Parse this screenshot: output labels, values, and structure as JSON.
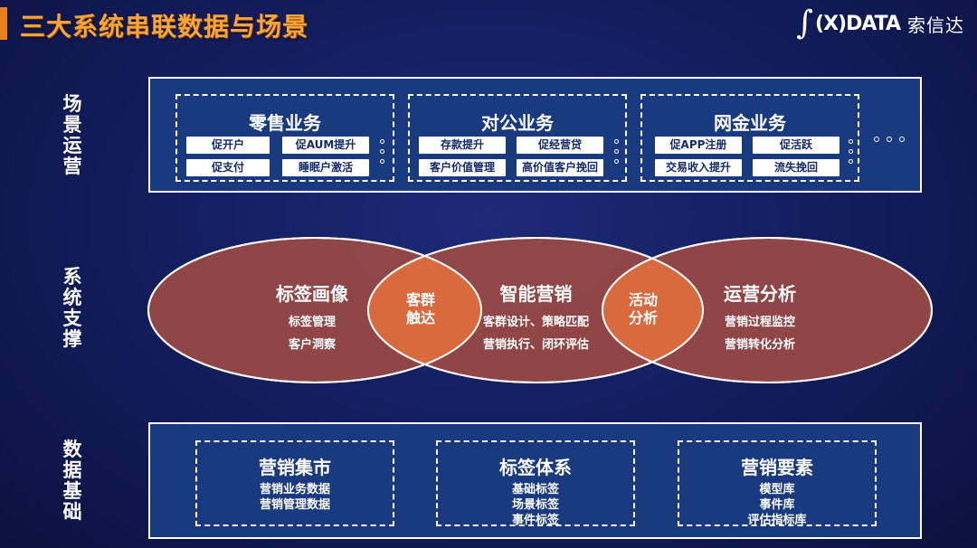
{
  "header": {
    "title": "三大系统串联数据与场景",
    "logo_mark": "∫",
    "logo_text": "(X)DATA",
    "logo_cn": "索信达"
  },
  "sections": {
    "scene": "场景运营",
    "system": "系统支撑",
    "data": "数据基础"
  },
  "scene_groups": [
    {
      "title": "零售业务",
      "items": [
        "促开户",
        "促AUM提升",
        "促支付",
        "睡眠户激活"
      ]
    },
    {
      "title": "对公业务",
      "items": [
        "存款提升",
        "促经营贷",
        "客户价值管理",
        "高价值客户挽回"
      ]
    },
    {
      "title": "网金业务",
      "items": [
        "促APP注册",
        "促活跃",
        "交易收入提升",
        "流失挽回"
      ]
    }
  ],
  "system": {
    "left": {
      "title": "标签画像",
      "lines": [
        "标签管理",
        "客户洞察"
      ]
    },
    "middle": {
      "title": "智能营销",
      "lines": [
        "客群设计、策略匹配",
        "营销执行、闭环评估"
      ]
    },
    "right": {
      "title": "运营分析",
      "lines": [
        "营销过程监控",
        "营销转化分析"
      ]
    },
    "overlap_left": "客群触达",
    "overlap_right": "活动分析"
  },
  "data_groups": [
    {
      "title": "营销集市",
      "items": [
        "营销业务数据",
        "营销管理数据"
      ]
    },
    {
      "title": "标签体系",
      "items": [
        "基础标签",
        "场景标签",
        "事件标签"
      ]
    },
    {
      "title": "营销要素",
      "items": [
        "模型库",
        "事件库",
        "评估指标库"
      ]
    }
  ],
  "colors": {
    "title": "#f7a43a",
    "ellipse": "#9b4a44",
    "overlap": "#d96a3e",
    "panel": "#1a3a80"
  }
}
